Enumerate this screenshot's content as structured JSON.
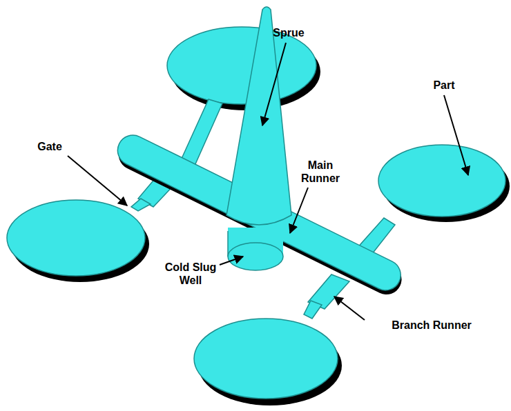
{
  "diagram": {
    "labels": [
      "Sprue",
      "Part",
      "Gate",
      "Main Runner",
      "Cold Slug Well",
      "Branch Runner"
    ]
  }
}
